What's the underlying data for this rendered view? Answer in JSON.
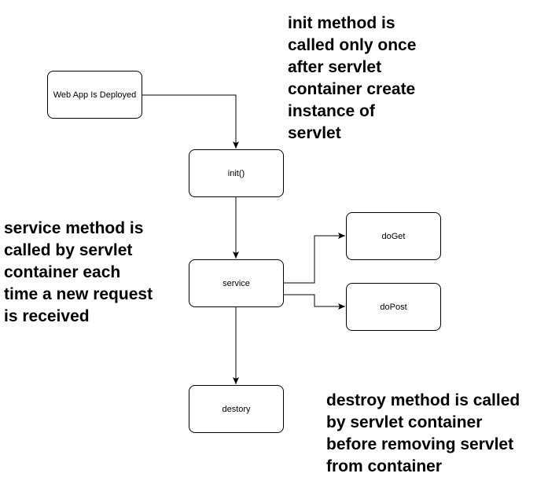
{
  "nodes": {
    "deployed": "Web App Is Deployed",
    "init": "init()",
    "service": "service",
    "doget": "doGet",
    "dopost": "doPost",
    "destroy": "destory"
  },
  "notes": {
    "init": "init method is\ncalled only once\nafter servlet\ncontainer create\ninstance of\nservlet",
    "service": "service method is\ncalled by servlet\ncontainer each\ntime a new request\nis received",
    "destroy": "destroy method is called\nby servlet container\nbefore removing servlet\nfrom container"
  },
  "colors": {
    "stroke": "#000000",
    "background": "#ffffff"
  }
}
